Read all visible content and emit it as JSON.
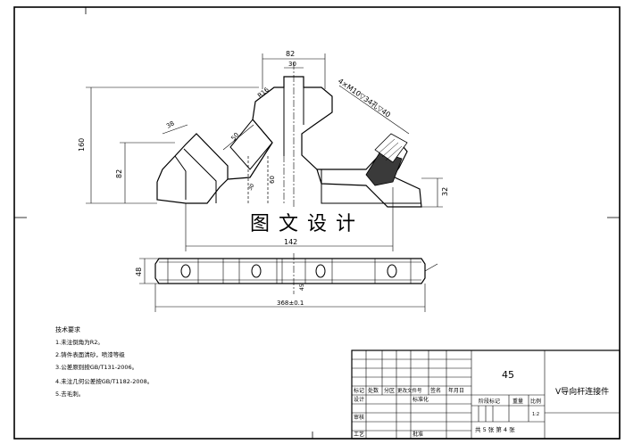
{
  "watermark": "图文设计",
  "dimensions": {
    "top_width": "82",
    "top_inner": "30",
    "slot_r": "R16",
    "height_total": "160",
    "height_mid": "82",
    "left_width": "38",
    "slot_width": "50",
    "angle": "60",
    "angle_small": "30",
    "thread_note": "4×M10▽34孔▽40",
    "right_height": "32",
    "length": "142",
    "side_height": "48",
    "base_length": "368±0.1",
    "section_mark": "45"
  },
  "notes": {
    "title": "技术要求",
    "items": [
      "1.未注倒角为R2。",
      "2.铸件表面清砂，喷漆等级",
      "3.公差原则按GB/T131-2006。",
      "4.未注几何公差按GB/T1182-2008。",
      "5.去毛刺。"
    ]
  },
  "title_block": {
    "material": "45",
    "part_name": "V导向杆连接件",
    "headers": [
      "标记",
      "处数",
      "分区",
      "更改文件号",
      "签名",
      "年月日"
    ],
    "row_design": "设计",
    "row_standard": "标准化",
    "row_review": "审核",
    "row_process": "工艺",
    "row_approve": "批准",
    "stage_label": "阶段标记",
    "weight_label": "重量",
    "scale_label": "比例",
    "scale_value": "1:2",
    "sheets": "共 5 张  第 4 张"
  }
}
